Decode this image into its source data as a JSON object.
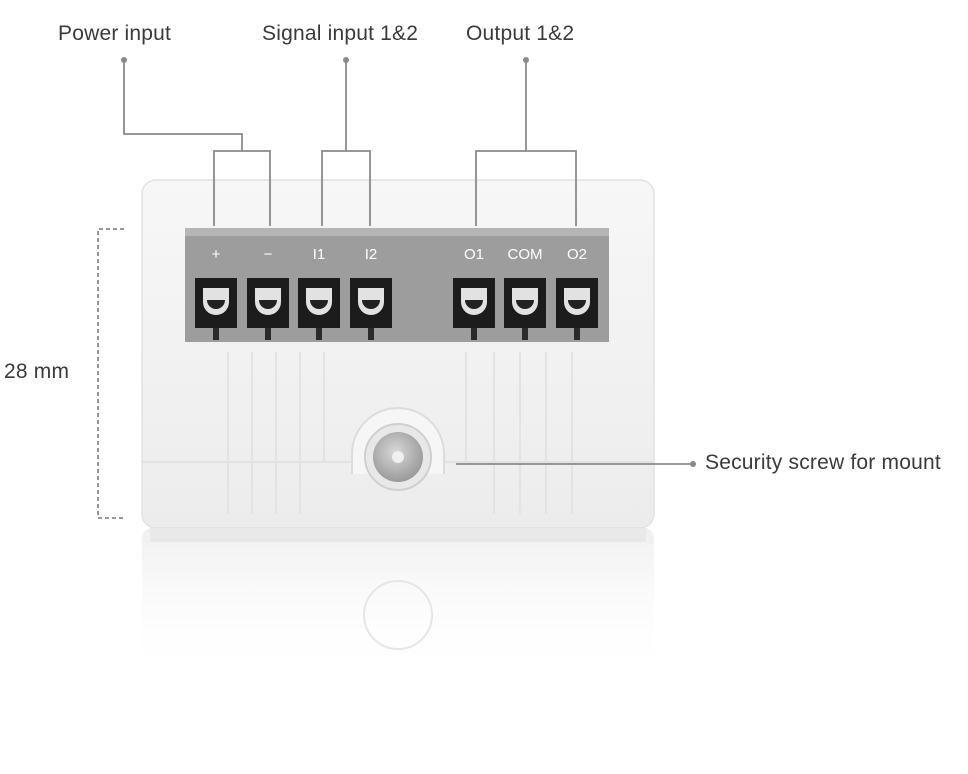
{
  "callouts": {
    "power_input": "Power input",
    "signal_input": "Signal input 1&2",
    "output": "Output 1&2",
    "security_screw": "Security screw for mount"
  },
  "dimension": {
    "height_label": "28 mm"
  },
  "terminals": {
    "plus": "+",
    "minus": "−",
    "i1": "I1",
    "i2": "I2",
    "o1": "O1",
    "com": "COM",
    "o2": "O2"
  },
  "colors": {
    "housing": "#f3f3f3",
    "terminal_strip": "#9d9d9d",
    "terminal_block": "#1c1c1c",
    "leader_line": "#8a8a8a"
  }
}
